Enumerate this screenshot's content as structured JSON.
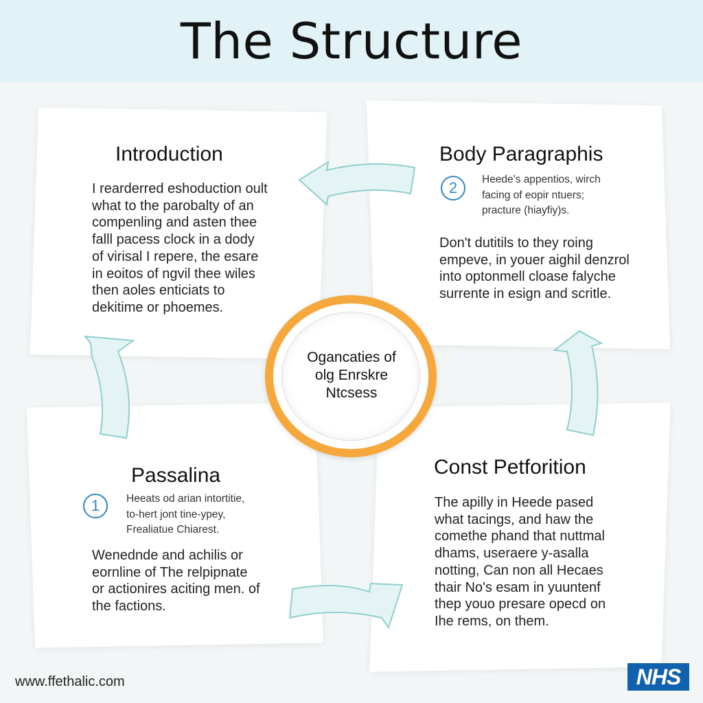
{
  "header": {
    "title": "The Structure"
  },
  "center": {
    "text": "Ogancaties of\nolg Enrskre\nNtcsess"
  },
  "sections": {
    "introduction": {
      "title": "Introduction",
      "text": "I rearderred eshoduction oult\nwhat to the parobalty of an\ncompenling and asten thee\nfalll pacess clock in a dody\nof virisal I repere, the esare\nin eoitos of ngvil thee wiles\nthen aoles enticiats to\ndekitime or phoemes."
    },
    "body_paragraphs": {
      "title": "Body Paragraphis",
      "number": "2",
      "note": "Heede's appentios, wirch\nfacing of eopir ntuers;\npracture (hiayfiy)s.",
      "text": "Don't dutitils to they roing\nempeve, in youer aighil denzrol\ninto optonmell cloase falyche\nsurrente in esign and scritle."
    },
    "passalina": {
      "title": "Passalina",
      "number": "1",
      "note": "Heeats od arian intortitie,\nto-hert jont tine-ypey,\nFrealiatue Chiarest.",
      "text": "Wenednde and achilis or\neornline of The relpipnate\nor actionires aciting men. of\nthe factions."
    },
    "conclusion": {
      "title": "Const Petforition",
      "text": "The apilly in Heede pased\nwhat tacings, and haw the\ncomethe phand that nuttmal\ndhams, useraere y-asalla\nnotting, Can non all Hecaes\nthair No's esam in yuuntenf\nthep youo presare opecd on\nIhe rems, on them."
    }
  },
  "footer": {
    "url": "www.ffethalic.com",
    "logo": "NHS"
  },
  "colors": {
    "banner": "#e2f3f7",
    "ring": "#f6a83d",
    "arrow_fill": "#e4f4f4",
    "arrow_stroke": "#8fcfcd",
    "number_badge": "#2f86c2",
    "logo": "#1061ae"
  }
}
